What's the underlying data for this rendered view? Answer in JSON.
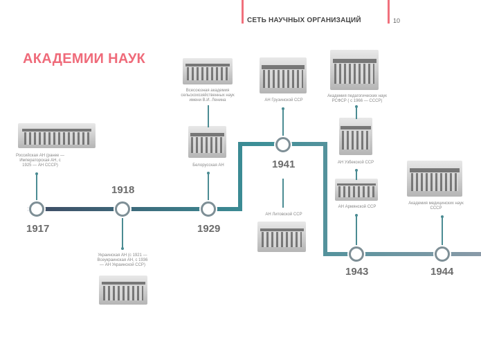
{
  "header": {
    "section_title": "СЕТЬ НАУЧНЫХ ОРГАНИЗАЦИЙ",
    "page_number": "10"
  },
  "title": "АКАДЕМИИ НАУК",
  "colors": {
    "accent": "#ef6b7a",
    "line_start": "#3e4a63",
    "line_end": "#3b8f97"
  },
  "events": [
    {
      "year": "1917",
      "caption": "Российская АН (ранее — Императорская АН, с 1925 — АН СССР)"
    },
    {
      "year": "1918",
      "caption": "Украинская АН (с 1921 — Всеукраинская АН, с 1936 — АН Украинской ССР)"
    },
    {
      "year": "1929",
      "caption": "Белорусская АН",
      "caption2": "Всесоюзная академия сельскохозяйственных наук имени В.И. Ленина"
    },
    {
      "year": "1941",
      "caption": "АН Грузинской ССР",
      "caption2": "АН Литовской ССР"
    },
    {
      "year": "1943",
      "caption": "Академия педагогических наук РСФСР ( с 1966 — СССР)",
      "caption2": "АН Узбекской ССР",
      "caption3": "АН Армянской ССР"
    },
    {
      "year": "1944",
      "caption": "Академия медицинских наук СССР"
    }
  ]
}
